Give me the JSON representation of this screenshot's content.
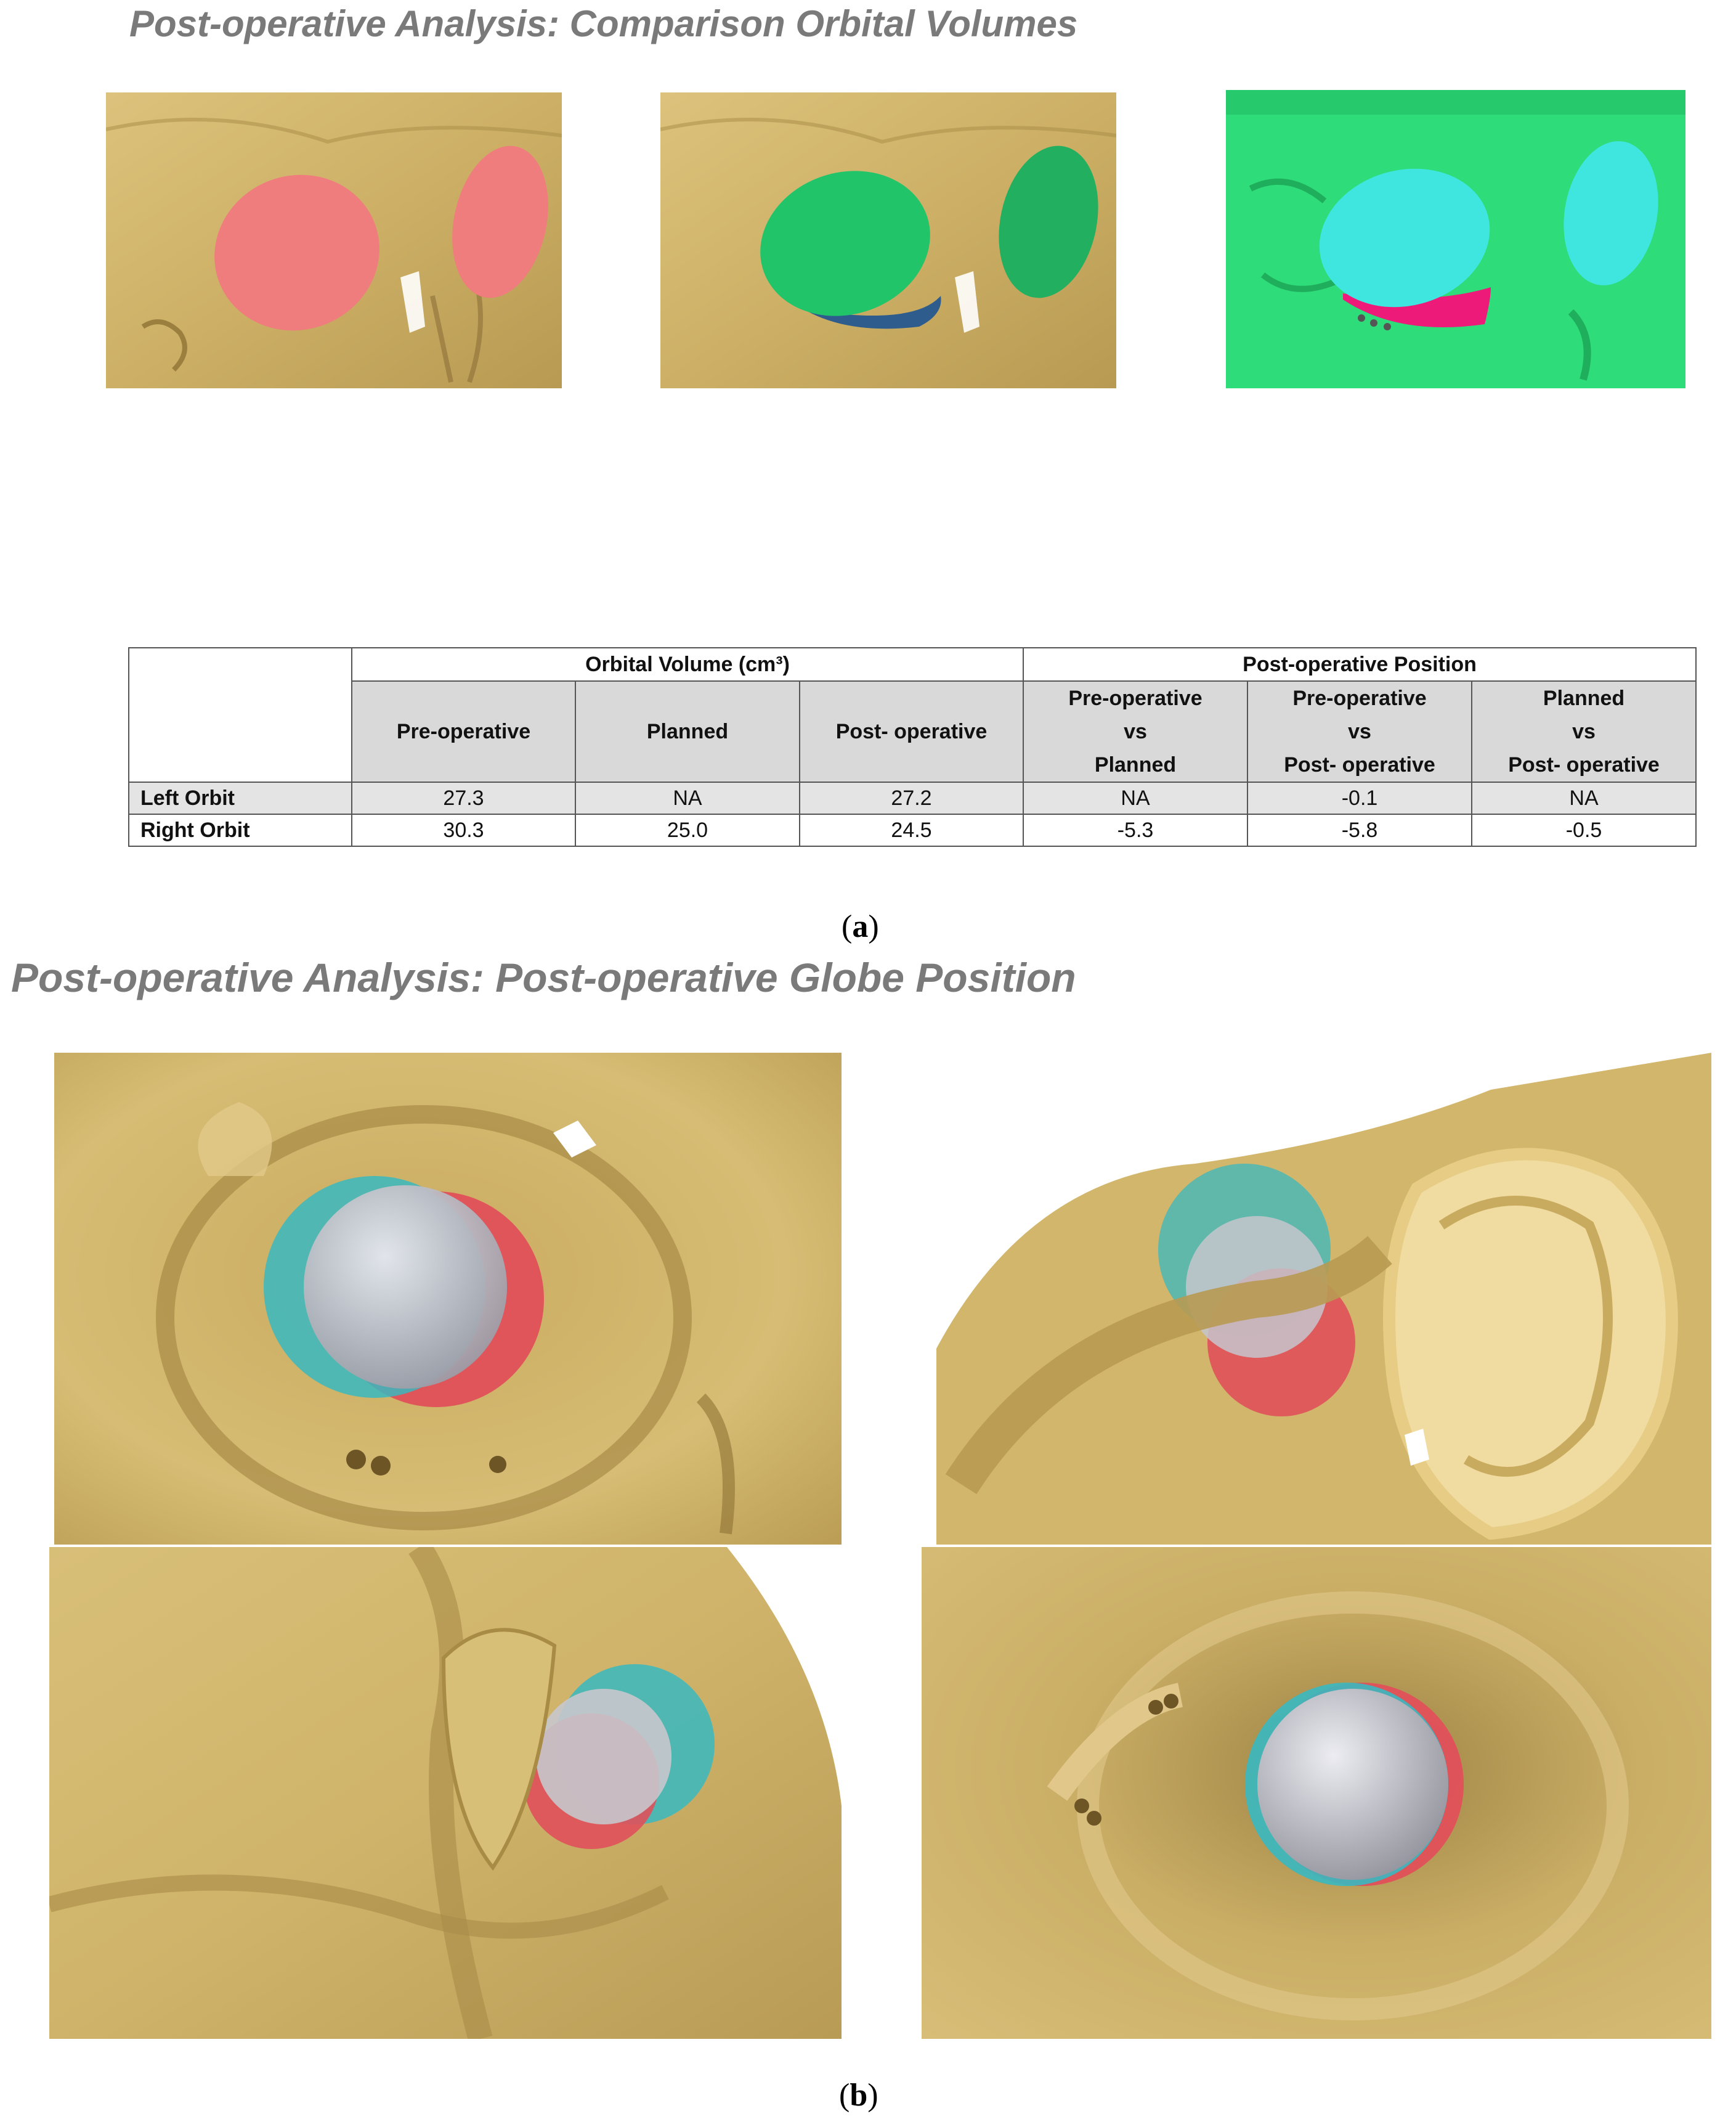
{
  "figure": {
    "panel_a": {
      "title": "Post-operative Analysis: Comparison Orbital Volumes",
      "caption_open": "(",
      "caption_label": "a",
      "caption_close": ")"
    },
    "panel_b": {
      "title": "Post-operative Analysis: Post-operative Globe Position",
      "caption_open": "(",
      "caption_label": "b",
      "caption_close": ")"
    }
  },
  "colors": {
    "bone": "#d4b76e",
    "bone_dark": "#a88c45",
    "preop_orbit": "#ef7d7d",
    "planned_orbit": "#22c46a",
    "implant": "#2e5c8c",
    "postop_bone": "#2fdc7a",
    "postop_orbit": "#3fe6e0",
    "postop_implant": "#ee1a7a",
    "globe_preop": "#e0505a",
    "globe_planned": "#3ab8c0",
    "globe_postop": "#c6c6cc"
  },
  "table": {
    "group_volume": "Orbital Volume (cm³)",
    "group_position": "Post-operative Position",
    "col_preop": "Pre-operative",
    "col_planned": "Planned",
    "col_postop": "Post- operative",
    "cmp1": [
      "Pre-operative",
      "vs",
      "Planned"
    ],
    "cmp2": [
      "Pre-operative",
      "vs",
      "Post- operative"
    ],
    "cmp3": [
      "Planned",
      "vs",
      "Post- operative"
    ],
    "rows": [
      {
        "label": "Left Orbit",
        "preop": "27.3",
        "planned": "NA",
        "postop": "27.2",
        "c1": "NA",
        "c2": "-0.1",
        "c3": "NA"
      },
      {
        "label": "Right Orbit",
        "preop": "30.3",
        "planned": "25.0",
        "postop": "24.5",
        "c1": "-5.3",
        "c2": "-5.8",
        "c3": "-0.5"
      }
    ]
  }
}
